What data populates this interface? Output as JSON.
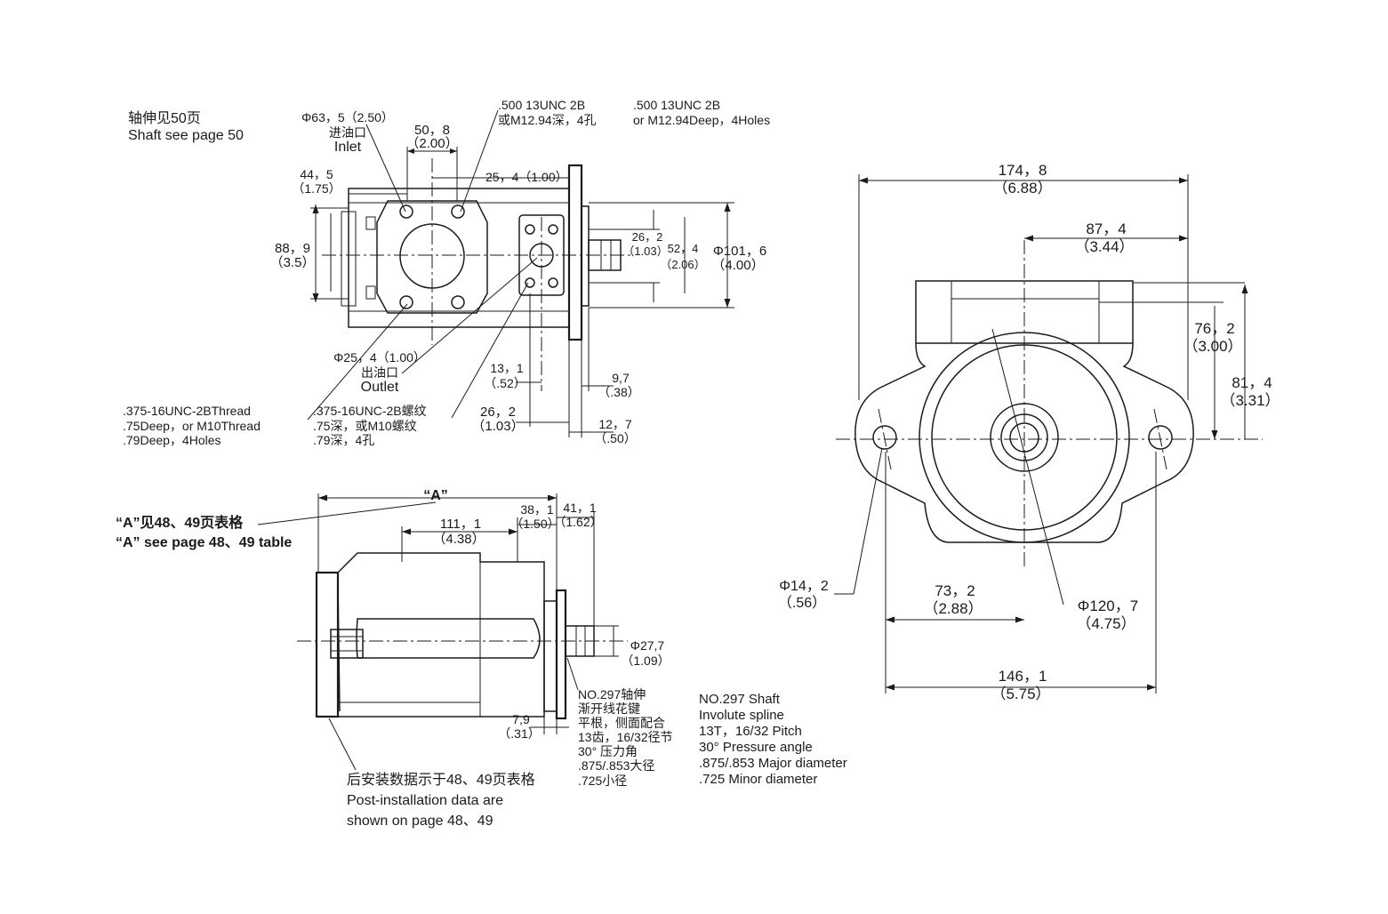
{
  "notes": {
    "shaft_ref": {
      "cn": "轴伸见50页",
      "en": "Shaft see page 50"
    },
    "inlet": {
      "dia": "Φ63，5（2.50）",
      "cn": "进油口",
      "en": "Inlet"
    },
    "inlet_thread_cn": [
      ".500  13UNC  2B",
      "或M12.94深，4孔"
    ],
    "inlet_thread_en": [
      ".500  13UNC  2B",
      "or M12.94Deep，4Holes"
    ],
    "outlet": {
      "dia": "Φ25，4（1.00）",
      "cn": "出油口",
      "en": "Outlet"
    },
    "outlet_thread_en": [
      ".375-16UNC-2BThread",
      ".75Deep，or M10Thread",
      ".79Deep，4Holes"
    ],
    "outlet_thread_cn": [
      ".375-16UNC-2B螺纹",
      ".75深，或M10螺纹",
      ".79深，4孔"
    ],
    "a_ref": {
      "cn": "“A”见48、49页表格",
      "en": "“A” see page 48、49 table"
    },
    "post_install": {
      "cn": "后安装数据示于48、49页表格",
      "en1": "Post-installation data are",
      "en2": "shown on page 48、49"
    },
    "shaft_cn": [
      "NO.297轴伸",
      "渐开线花键",
      "平根，侧面配合",
      "13齿，16/32径节",
      "30°  压力角",
      ".875/.853大径",
      ".725小径"
    ],
    "shaft_en": [
      "NO.297 Shaft",
      "Involute spline",
      "13T，16/32 Pitch",
      "30°  Pressure angle",
      ".875/.853 Major diameter",
      ".725 Minor diameter"
    ]
  },
  "dims": {
    "d50_8": {
      "mm": "50，8",
      "in": "（2.00）"
    },
    "d44_5": {
      "mm": "44，5",
      "in": "（1.75）"
    },
    "d25_4": {
      "mm": "25，4（1.00）"
    },
    "d88_9": {
      "mm": "88，9",
      "in": "（3.5）"
    },
    "d26_2a": {
      "mm": "26，2",
      "in": "（1.03）"
    },
    "d52_4": {
      "mm": "52，4",
      "in": "（2.06）"
    },
    "d101_6": {
      "mm": "Φ101，6",
      "in": "（4.00）"
    },
    "d13_1": {
      "mm": "13，1",
      "in": "（.52）"
    },
    "d26_2b": {
      "mm": "26，2",
      "in": "（1.03）"
    },
    "d9_7": {
      "mm": "9,7",
      "in": "（.38）"
    },
    "d12_7": {
      "mm": "12，7",
      "in": "（.50）"
    },
    "dA": {
      "mm": "“A”"
    },
    "d111_1": {
      "mm": "111，1",
      "in": "（4.38）"
    },
    "d38_1": {
      "mm": "38，1",
      "in": "（1.50）"
    },
    "d41_1": {
      "mm": "41，1",
      "in": "（1.62）"
    },
    "d27_7": {
      "mm": "Φ27,7",
      "in": "（1.09）"
    },
    "d7_9": {
      "mm": "7,9",
      "in": "（.31）"
    },
    "d174_8": {
      "mm": "174，8",
      "in": "（6.88）"
    },
    "d87_4": {
      "mm": "87，4",
      "in": "（3.44）"
    },
    "d76_2": {
      "mm": "76，2",
      "in": "（3.00）"
    },
    "d81_4": {
      "mm": "81，4",
      "in": "（3.31）"
    },
    "d14_2": {
      "mm": "Φ14，2",
      "in": "（.56）"
    },
    "d73_2": {
      "mm": "73，2",
      "in": "（2.88）"
    },
    "d120_7": {
      "mm": "Φ120，7",
      "in": "（4.75）"
    },
    "d146_1": {
      "mm": "146，1",
      "in": "（5.75）"
    }
  }
}
